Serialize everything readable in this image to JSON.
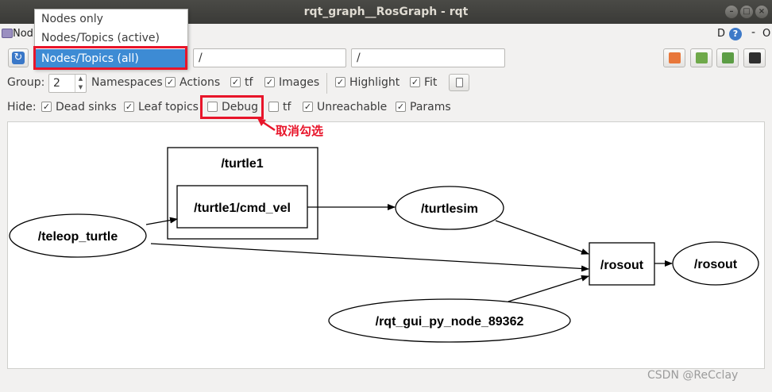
{
  "window": {
    "title": "rqt_graph__RosGraph - rqt"
  },
  "menubar": {
    "plugin_label": "Nod",
    "dhelp": "D",
    "help": "?",
    "dash": "-",
    "o": "O"
  },
  "mode_dropdown": {
    "items": [
      "Nodes only",
      "Nodes/Topics (active)",
      "Nodes/Topics (all)"
    ],
    "selected_index": 2
  },
  "filters": {
    "ns_filter": "/",
    "topic_filter": "/"
  },
  "group_row": {
    "group_label": "Group:",
    "group_value": "2",
    "namespaces": "Namespaces",
    "actions": "Actions",
    "tf": "tf",
    "images": "Images",
    "highlight": "Highlight",
    "fit": "Fit"
  },
  "hide_row": {
    "hide_label": "Hide:",
    "dead_sinks": "Dead sinks",
    "leaf_topics": "Leaf topics",
    "debug": "Debug",
    "tf": "tf",
    "unreachable": "Unreachable",
    "params": "Params"
  },
  "annotation": {
    "text": "取消勾选"
  },
  "colors": {
    "annotation_red": "#e8152a",
    "selection_blue": "#3d8bd4",
    "titlebar": "#3c3b37"
  },
  "graph": {
    "group_label": "/turtle1",
    "topic_in_group": "/turtle1/cmd_vel",
    "node_teleop": "/teleop_turtle",
    "node_turtlesim": "/turtlesim",
    "topic_rosout": "/rosout",
    "node_rosout": "/rosout",
    "node_rqt": "/rqt_gui_py_node_89362"
  },
  "watermark": "CSDN @ReCclay"
}
